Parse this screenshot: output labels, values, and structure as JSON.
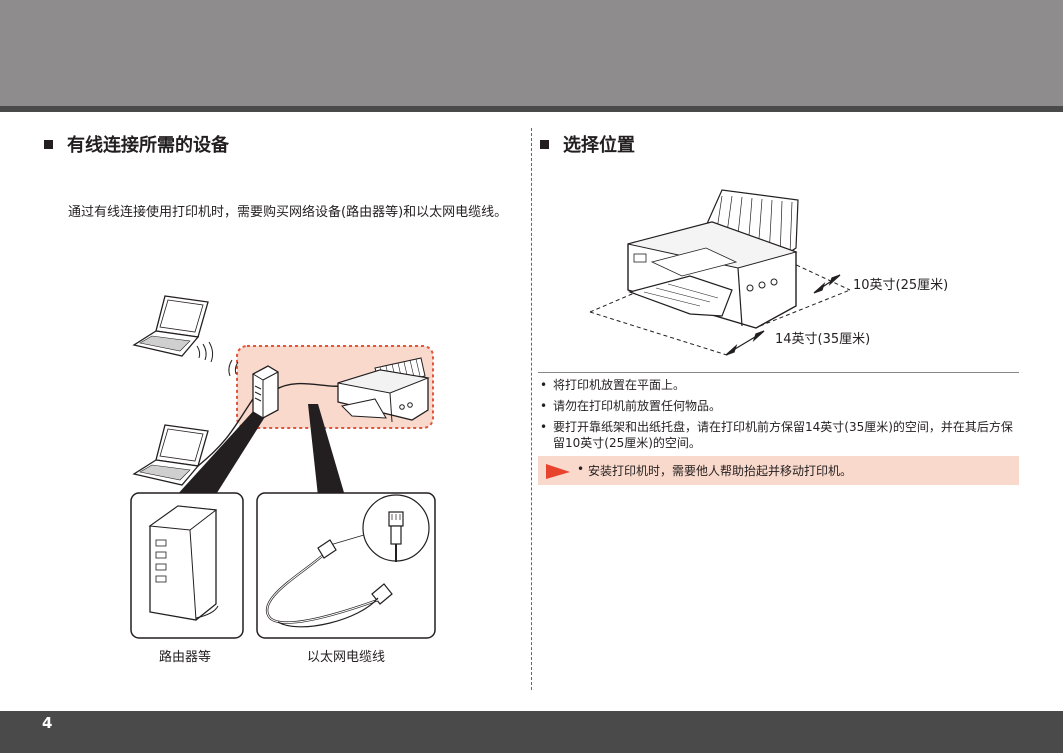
{
  "page_number": "4",
  "left_section": {
    "title": "有线连接所需的设备",
    "intro": "通过有线连接使用打印机时，需要购买网络设备(路由器等)和以太网电缆线。",
    "label_router": "路由器等",
    "label_cable": "以太网电缆线"
  },
  "right_section": {
    "title": "选择位置",
    "dim_back": "10英寸(25厘米)",
    "dim_front": "14英寸(35厘米)",
    "bullets": [
      "将打印机放置在平面上。",
      "请勿在打印机前放置任何物品。",
      "要打开靠纸架和出纸托盘，请在打印机前方保留14英寸(35厘米)的空间，并在其后方保留10英寸(25厘米)的空间。"
    ],
    "caution": "安装打印机时，需要他人帮助抬起并移动打印机。"
  },
  "colors": {
    "header_gray": "#8e8c8d",
    "band_dark": "#4a4a4a",
    "highlight_fill": "#f9d9cb",
    "highlight_border": "#e2553a",
    "caution_flag": "#e8432d"
  },
  "icons": [
    "laptop-icon",
    "router-icon",
    "printer-icon",
    "ethernet-cable-icon",
    "caution-flag-icon"
  ]
}
